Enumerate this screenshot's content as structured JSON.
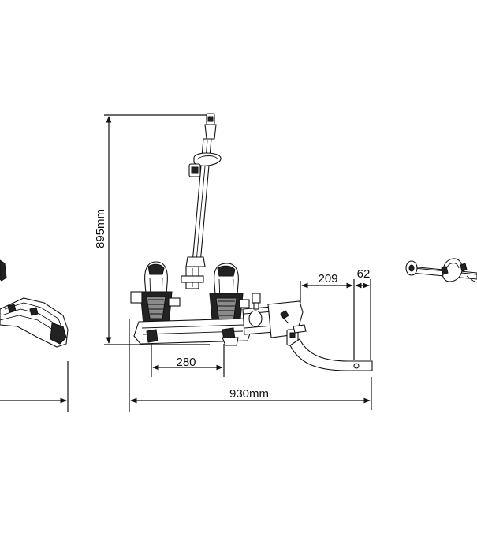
{
  "dimensions": {
    "height": "895mm",
    "wheel_spacing": "280",
    "total_length": "930mm",
    "hitch_offset": "209",
    "hitch_tip": "62"
  },
  "colors": {
    "line": "#111111",
    "dark_fill": "#222222",
    "mid_gray": "#8a8a8a",
    "background": "#ffffff"
  }
}
